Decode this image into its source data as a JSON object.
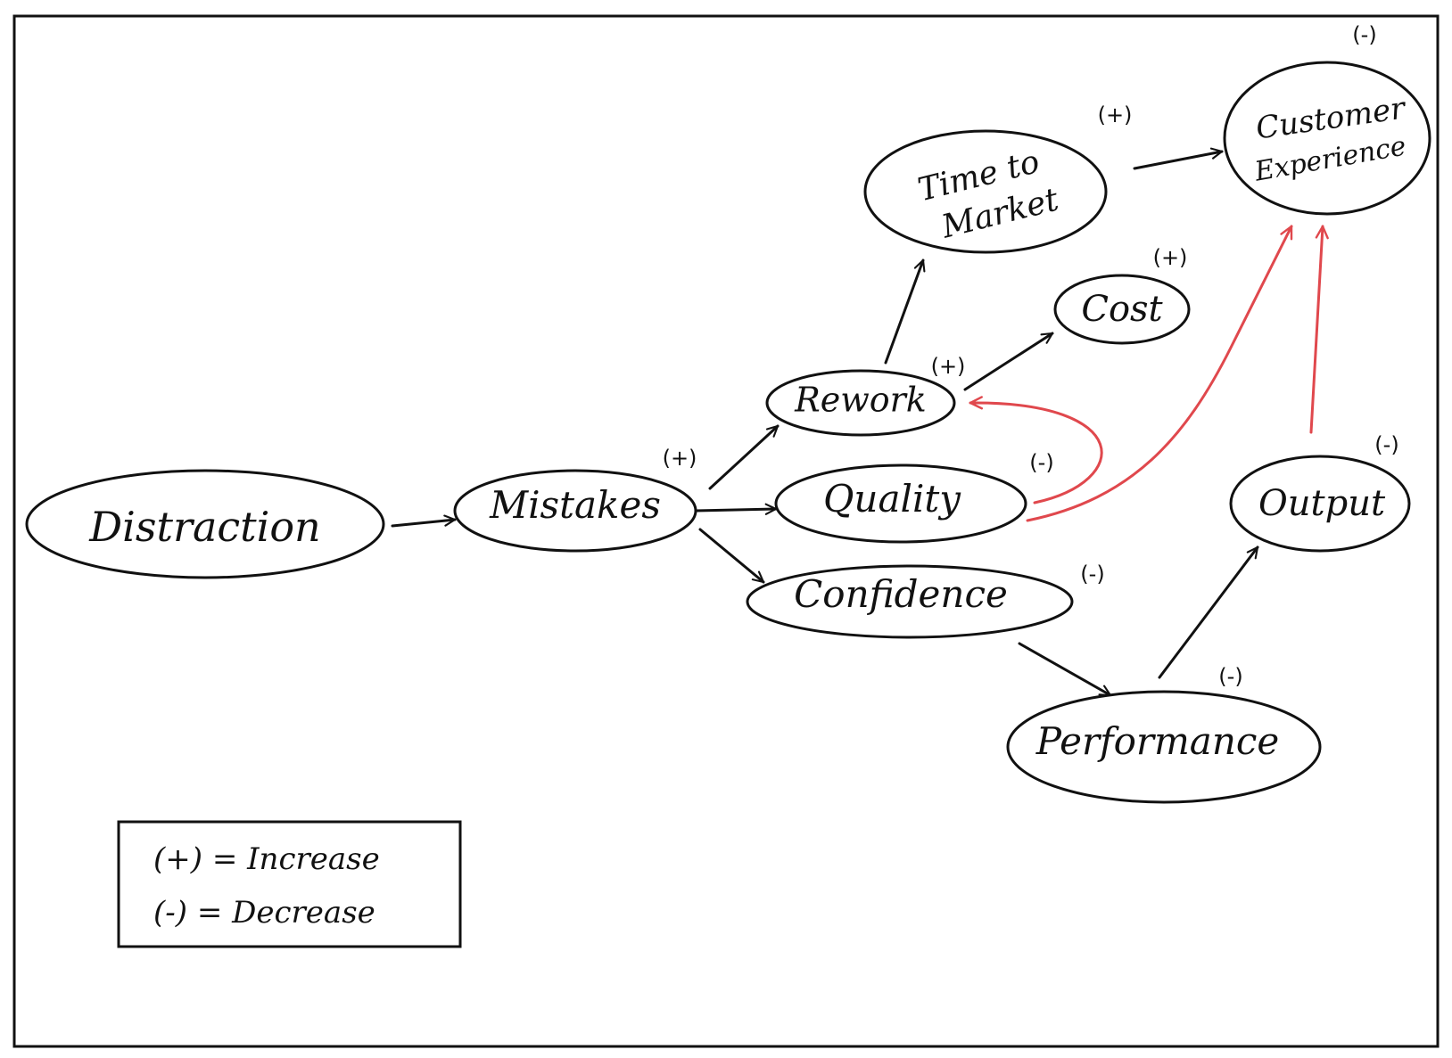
{
  "colors": {
    "ink": "#111111",
    "red": "#e0484d",
    "background": "#ffffff"
  },
  "nodes": {
    "distraction": {
      "label": "Distraction"
    },
    "mistakes": {
      "label": "Mistakes",
      "sign": "(+)"
    },
    "rework": {
      "label": "Rework",
      "sign": "(+)"
    },
    "quality": {
      "label": "Quality",
      "sign": "(-)"
    },
    "confidence": {
      "label": "Confidence",
      "sign": "(-)"
    },
    "time_to_market": {
      "label_line1": "Time to",
      "label_line2": "Market",
      "sign": "(+)"
    },
    "cost": {
      "label": "Cost",
      "sign": "(+)"
    },
    "customer_experience": {
      "label_line1": "Customer",
      "label_line2": "Experience",
      "sign": "(-)"
    },
    "output": {
      "label": "Output",
      "sign": "(-)"
    },
    "performance": {
      "label": "Performance",
      "sign": "(-)"
    }
  },
  "legend": {
    "increase": "(+) = Increase",
    "decrease": "(-) = Decrease"
  }
}
